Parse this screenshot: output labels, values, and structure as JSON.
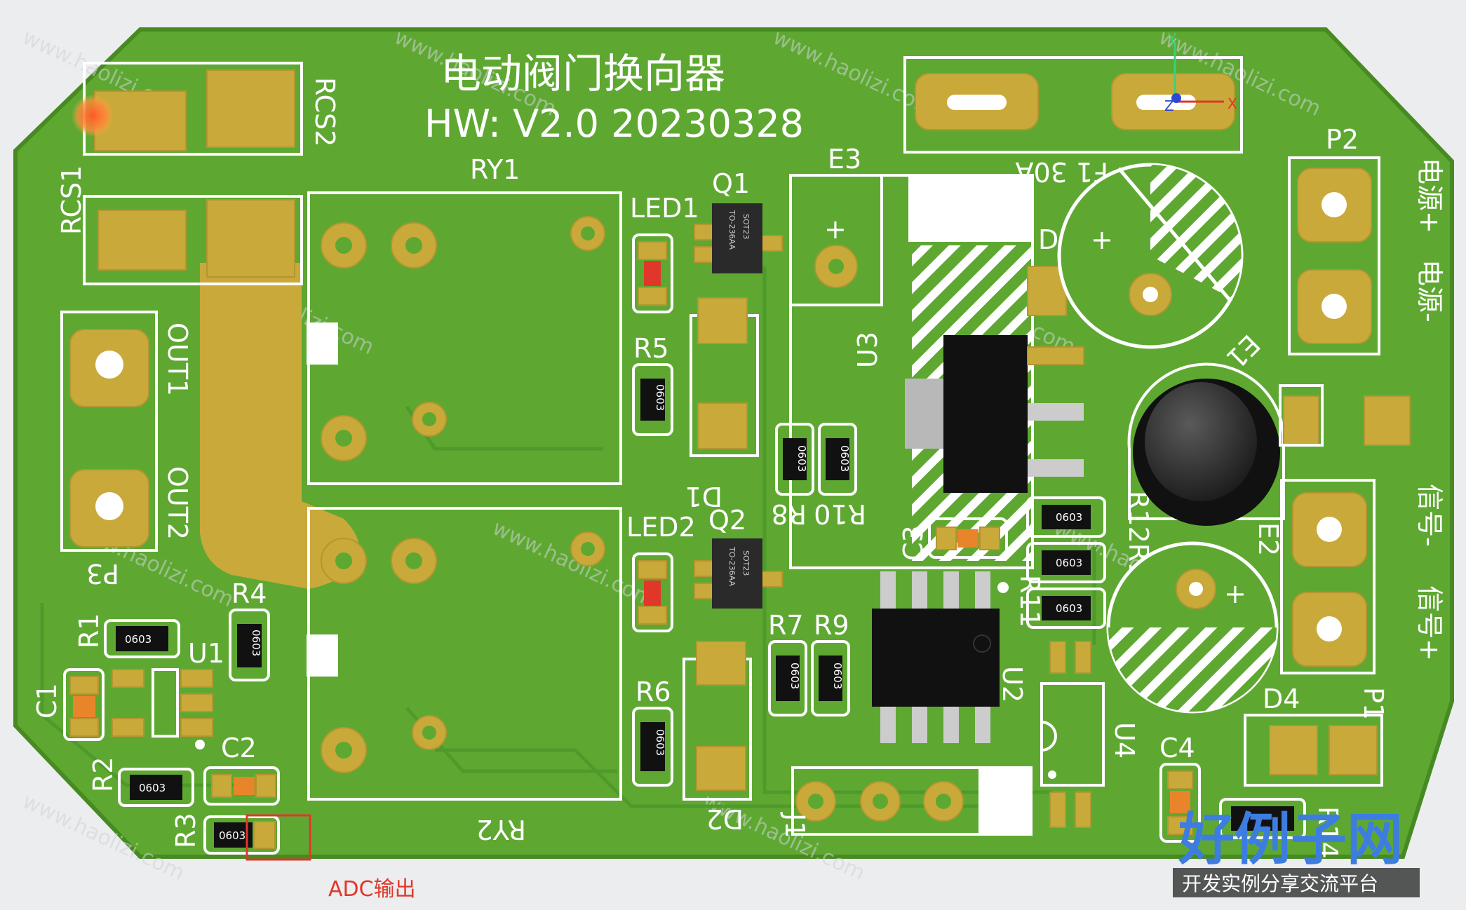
{
  "board": {
    "title_cn": "电动阀门换向器",
    "hw_version": "HW:  V2.0  20230328",
    "fuse_label": "F1 30A",
    "annotation_adc": "ADC输出",
    "watermark": "www.haolizi.com",
    "logo_text": "好例子网",
    "logo_sub": "开发实例分享交流平台",
    "axis_x": "X",
    "axis_y": "Y",
    "axis_z": "Z"
  },
  "connectors": {
    "p2": "P2",
    "p2_plus": "电源+",
    "p2_minus": "电源-",
    "p1": "P1",
    "p1_plus": "信号+",
    "p1_minus": "信号-",
    "p3": "P3",
    "out1": "OUT1",
    "out2": "OUT2",
    "j1": "J1"
  },
  "components": {
    "rcs1": "RCS1",
    "rcs2": "RCS2",
    "ry1": "RY1",
    "ry2": "RY2",
    "led1": "LED1",
    "led2": "LED2",
    "q1": "Q1",
    "q2": "Q2",
    "r1": "R1",
    "r2": "R2",
    "r3": "R3",
    "r4": "R4",
    "r5": "R5",
    "r6": "R6",
    "r7": "R7",
    "r8": "R8",
    "r9": "R9",
    "r10": "R10",
    "r11": "R11",
    "r12r13": "R12R13",
    "r14": "R14",
    "c1": "C1",
    "c2": "C2",
    "c3": "C3",
    "c4": "C4",
    "d1": "D1",
    "d2": "D2",
    "d3": "D3",
    "d4": "D4",
    "e1": "E1",
    "e2": "E2",
    "e3": "E3",
    "u1": "U1",
    "u2": "U2",
    "u3": "U3",
    "u4": "U4",
    "pkg_0603": "0603",
    "pkg_sot23": "SOT23",
    "pkg_to236": "TO-236AA",
    "plus": "+"
  },
  "colors": {
    "pcb": "#5ea832",
    "pcb_dark": "#4f9428",
    "copper": "#c9a93a",
    "silkscreen": "#ffffff",
    "annotation_red": "#e0372a"
  }
}
